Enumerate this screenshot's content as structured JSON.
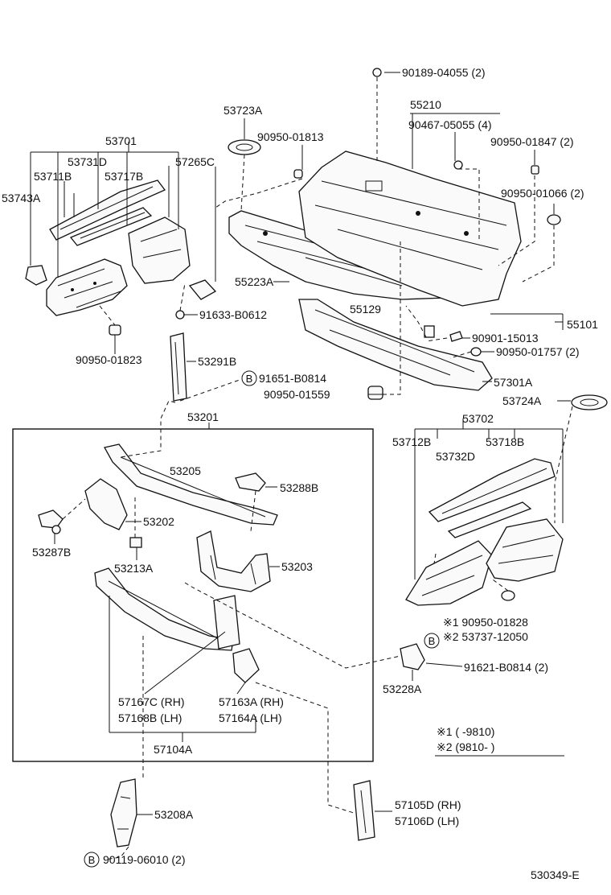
{
  "labels": {
    "p90189": "90189-04055 (2)",
    "p55210": "55210",
    "p90467": "90467-05055 (4)",
    "p90950_01847": "90950-01847 (2)",
    "p90950_01066": "90950-01066 (2)",
    "p53723A": "53723A",
    "p90950_01813": "90950-01813",
    "p53701": "53701",
    "p53731D": "53731D",
    "p57265C": "57265C",
    "p53711B": "53711B",
    "p53717B": "53717B",
    "p53743A": "53743A",
    "p55223A": "55223A",
    "p91633": "91633-B0612",
    "p55129": "55129",
    "p55101": "55101",
    "p90901": "90901-15013",
    "p90950_01757": "90950-01757 (2)",
    "p90950_01823": "90950-01823",
    "p53291B": "53291B",
    "p91651": "91651-B0814",
    "p90950_01559": "90950-01559",
    "p57301A": "57301A",
    "p53724A": "53724A",
    "p53201": "53201",
    "p53702": "53702",
    "p53712B": "53712B",
    "p53718B": "53718B",
    "p53732D": "53732D",
    "p53205": "53205",
    "p53288B": "53288B",
    "p53202": "53202",
    "p53287B": "53287B",
    "p53213A": "53213A",
    "p53203": "53203",
    "p90950_01828": "※1 90950-01828",
    "p53737": "※2 53737-12050",
    "p91621": "91621-B0814 (2)",
    "p53228A": "53228A",
    "p57167C": "57167C (RH)",
    "p57168B": "57168B (LH)",
    "p57163A": "57163A (RH)",
    "p57164A": "57164A (LH)",
    "p57104A": "57104A",
    "note1": "※1 (      -9810)",
    "note2": "※2 (9810-      )",
    "p53208A": "53208A",
    "p57105D": "57105D (RH)",
    "p57106D": "57106D (LH)",
    "p90119": "90119-06010 (2)",
    "ref_b": "B",
    "diagram_code": "530349-E"
  }
}
